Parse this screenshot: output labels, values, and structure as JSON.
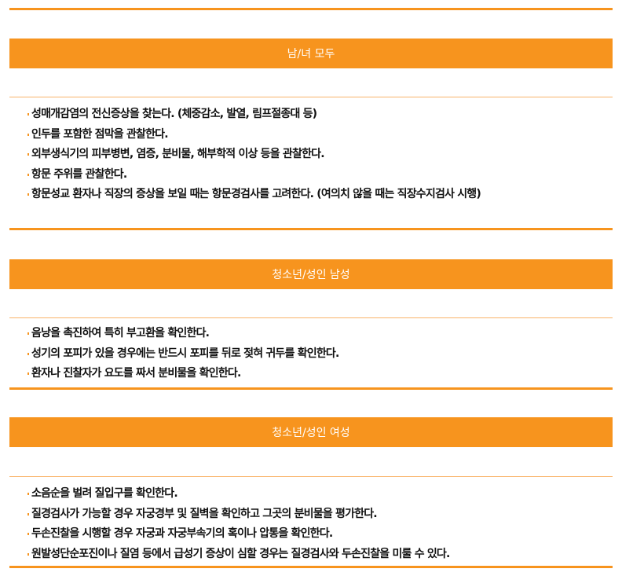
{
  "sections": [
    {
      "title": "남/녀 모두",
      "items": [
        "성매개감염의 전신증상을 찾는다. (체중감소, 발열, 림프절종대 등)",
        "인두를 포함한 점막을 관찰한다.",
        "외부생식기의 피부병변, 염증, 분비물, 해부학적 이상 등을 관찰한다.",
        "항문 주위를 관찰한다.",
        "항문성교 환자나 직장의 증상을 보일 때는 항문경검사를 고려한다. (여의치 않을 때는 직장수지검사 시행)"
      ]
    },
    {
      "title": "청소년/성인 남성",
      "items": [
        "음낭을 촉진하여 특히 부고환을 확인한다.",
        "성기의 포피가 있을 경우에는 반드시 포피를 뒤로 젖혀 귀두를 확인한다.",
        "환자나 진찰자가 요도를 짜서 분비물을 확인한다."
      ]
    },
    {
      "title": "청소년/성인 여성",
      "items": [
        "소음순을 벌려 질입구를 확인한다.",
        "질경검사가 가능할 경우 자궁경부 및 질벽을 확인하고 그곳의 분비물을 평가한다.",
        "두손진찰을 시행할 경우 자궁과 자궁부속기의 혹이나 압통을 확인한다.",
        "원발성단순포진이나 질염 등에서 급성기 증상이 심할 경우는 질경검사와 두손진찰을 미룰 수 있다."
      ]
    }
  ]
}
